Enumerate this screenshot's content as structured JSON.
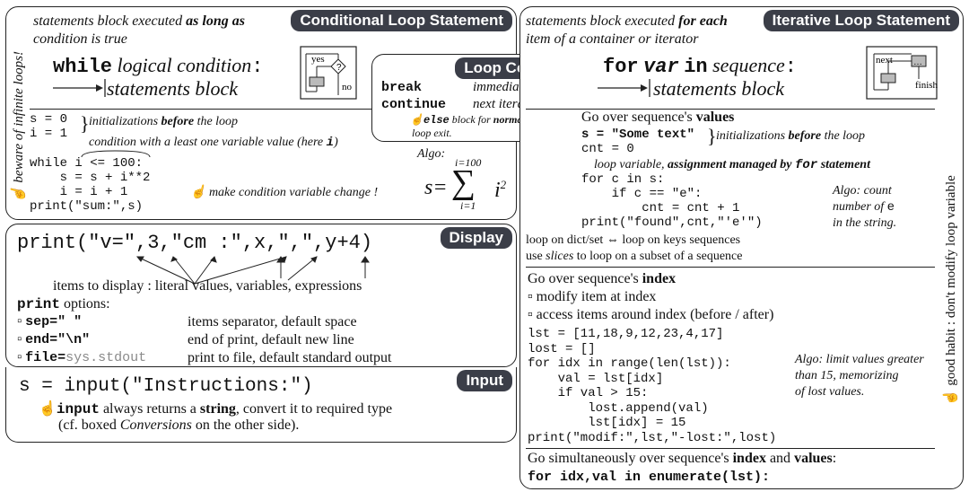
{
  "conditional": {
    "title": "Conditional Loop Statement",
    "desc_pre": "statements block executed ",
    "desc_bold": "as long as",
    "desc_line2": "condition is true",
    "while_kw": "while",
    "cond_text": "logical condition",
    "colon": ":",
    "block_text": "statements block",
    "side_warning": "beware of infinite loops!",
    "flow_yes": "yes",
    "flow_no": "no",
    "flow_q": "?",
    "code": [
      "s = 0",
      "i = 1",
      "while i <= 100:",
      "    s = s + i**2",
      "    i = i + 1",
      "print(\"sum:\",s)"
    ],
    "init_pre": "initializations ",
    "init_bold": "before",
    "init_post": " the loop",
    "cond_note_pre": "condition with a least one variable value (here ",
    "cond_note_var": "i",
    "cond_note_post": ")",
    "change_note": "make condition variable change !",
    "algo_label": "Algo:",
    "sum_sym": "∑",
    "sum_lhs": "s=",
    "sum_top": "i=100",
    "sum_bottom": "i=1",
    "sum_term": "i",
    "sum_exp": "2"
  },
  "loop_control": {
    "title": "Loop Control",
    "break_kw": "break",
    "break_desc": "immediate exit",
    "continue_kw": "continue",
    "continue_desc": "next iteration",
    "else_kw": "else",
    "else_pre": " block for ",
    "else_bold": "normal",
    "else_line2": "loop exit."
  },
  "iterative": {
    "title": "Iterative Loop Statement",
    "desc_pre": "statements block executed ",
    "desc_bold": "for each",
    "desc_line2": "item of a container or iterator",
    "for_kw": "for",
    "var_kw": "var",
    "in_kw": "in",
    "seq_text": "sequence",
    "colon": ":",
    "block_text": "statements block",
    "flow_next": "next",
    "flow_dots": "…",
    "flow_finish": "finish",
    "side_habit": "good habit : don't modify loop variable",
    "values_pre": "Go over sequence's ",
    "values_bold": "values",
    "code1": [
      "s = \"Some text\"",
      "cnt = 0",
      "for c in s:",
      "    if c == \"e\":",
      "        cnt = cnt + 1",
      "print(\"found\",cnt,\"'e'\")"
    ],
    "init_pre": "initializations ",
    "init_bold": "before",
    "init_post": " the loop",
    "loopvar_pre": "loop variable, ",
    "loopvar_bold": "assignment managed by ",
    "loopvar_for": "for",
    "loopvar_post": " statement",
    "algo1_line1": "Algo: count",
    "algo1_line2_pre": "number of ",
    "algo1_line2_code": "e",
    "algo1_line3": "in the string.",
    "dict_note": "loop on dict/set ⇔ loop on keys sequences",
    "slices_pre": "use ",
    "slices_it": "slices",
    "slices_post": " to loop on a subset of a sequence",
    "index_pre": "Go over sequence's ",
    "index_bold": "index",
    "bullet1": "modify item at index",
    "bullet2": "access items around index (before / after)",
    "code2": [
      "lst = [11,18,9,12,23,4,17]",
      "lost = []",
      "for idx in range(len(lst)):",
      "    val = lst[idx]",
      "    if val > 15:",
      "        lost.append(val)",
      "        lst[idx] = 15",
      "print(\"modif:\",lst,\"-lost:\",lost)"
    ],
    "algo2_line1": "Algo: limit values greater",
    "algo2_line2": "than 15, memorizing",
    "algo2_line3": "of lost values.",
    "simul_pre": "Go simultaneously over sequence's ",
    "simul_bold1": "index",
    "simul_mid": " and ",
    "simul_bold2": "values",
    "simul_colon": ":",
    "enum_code": "for idx,val in enumerate(lst):"
  },
  "display": {
    "title": "Display",
    "print_code": "print(\"v=\",3,\"cm :\",x,\",\",y+4)",
    "items_note": "items to display : literal values, variables, expressions",
    "options_kw": "print",
    "options_post": " options:",
    "opt_sep": "sep=\" \"",
    "opt_sep_desc": "items separator, default space",
    "opt_end": "end=\"\\n\"",
    "opt_end_desc": "end of print, default new line",
    "opt_file_pre": "file=",
    "opt_file_sys": "sys.stdout",
    "opt_file_desc": "print to file, default standard output"
  },
  "input": {
    "title": "Input",
    "code": "s = input(\"Instructions:\")",
    "note_kw": "input",
    "note_mid": " always returns a ",
    "note_bold": "string",
    "note_post": ", convert it to required type",
    "note_line2_pre": "(cf. boxed ",
    "note_line2_it": "Conversions",
    "note_line2_post": " on the other side)."
  },
  "colors": {
    "tag_bg": "#3b3e48",
    "border": "#222222",
    "sys_gray": "#8a8a8a"
  }
}
